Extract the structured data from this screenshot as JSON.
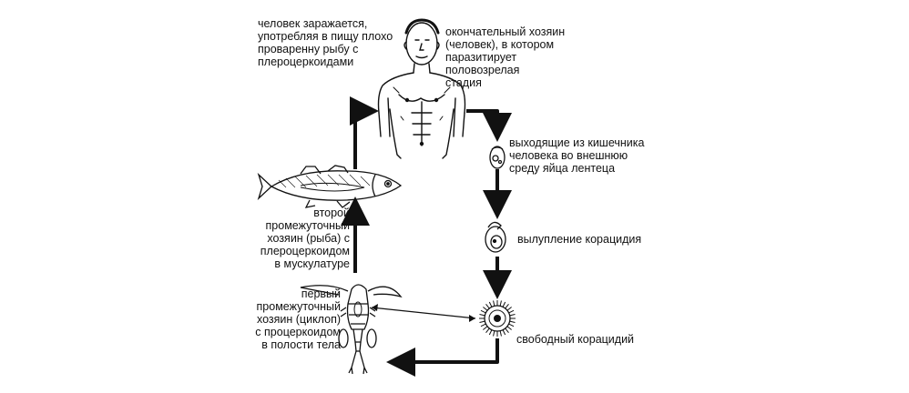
{
  "diagram": {
    "labels": {
      "human_infection": "человек заражается,\nупотребляя в пищу плохо\nпроваренну рыбу с\nплероцеркоидами",
      "definitive_host": "окончательный хозяин\n(человек), в котором\nпаразитирует\nполовозрелая\nстадия",
      "eggs": "выходящие из кишечника\nчеловека во внешнюю\nсреду яйца лентеца",
      "hatching": "вылупление корацидия",
      "free_coracidium": "свободный корацидий",
      "second_host": "второй\nпромежуточный\nхозяин (рыба) с\nплероцеркоидом\nв  мускулатуре",
      "first_host": "первый\nпромежуточный\nхозяин (циклоп)\nс процеркоидом\nв полости тела"
    },
    "colors": {
      "ink": "#111111",
      "background": "#ffffff"
    },
    "icons": [
      "human-figure",
      "egg-icon",
      "hatching-egg-icon",
      "coracidium-icon",
      "fish-icon",
      "cyclops-icon"
    ]
  }
}
